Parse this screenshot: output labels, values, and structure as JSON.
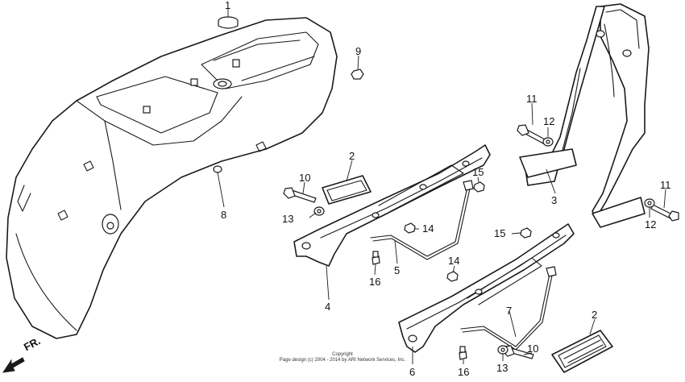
{
  "direction_label": "FR.",
  "copyright": {
    "line1": "Copyright",
    "line2": "Page design (c) 2004 - 2014 by ARI Network Services, Inc."
  },
  "callouts": [
    {
      "id": "c1",
      "label": "1"
    },
    {
      "id": "c2a",
      "label": "2"
    },
    {
      "id": "c2b",
      "label": "2"
    },
    {
      "id": "c3",
      "label": "3"
    },
    {
      "id": "c4",
      "label": "4"
    },
    {
      "id": "c5",
      "label": "5"
    },
    {
      "id": "c6",
      "label": "6"
    },
    {
      "id": "c7",
      "label": "7"
    },
    {
      "id": "c8",
      "label": "8"
    },
    {
      "id": "c9",
      "label": "9"
    },
    {
      "id": "c10a",
      "label": "10"
    },
    {
      "id": "c10b",
      "label": "10"
    },
    {
      "id": "c11a",
      "label": "11"
    },
    {
      "id": "c11b",
      "label": "11"
    },
    {
      "id": "c12a",
      "label": "12"
    },
    {
      "id": "c12b",
      "label": "12"
    },
    {
      "id": "c13a",
      "label": "13"
    },
    {
      "id": "c13b",
      "label": "13"
    },
    {
      "id": "c14a",
      "label": "14"
    },
    {
      "id": "c14b",
      "label": "14"
    },
    {
      "id": "c15a",
      "label": "15"
    },
    {
      "id": "c15b",
      "label": "15"
    },
    {
      "id": "c16a",
      "label": "16"
    },
    {
      "id": "c16b",
      "label": "16"
    }
  ]
}
